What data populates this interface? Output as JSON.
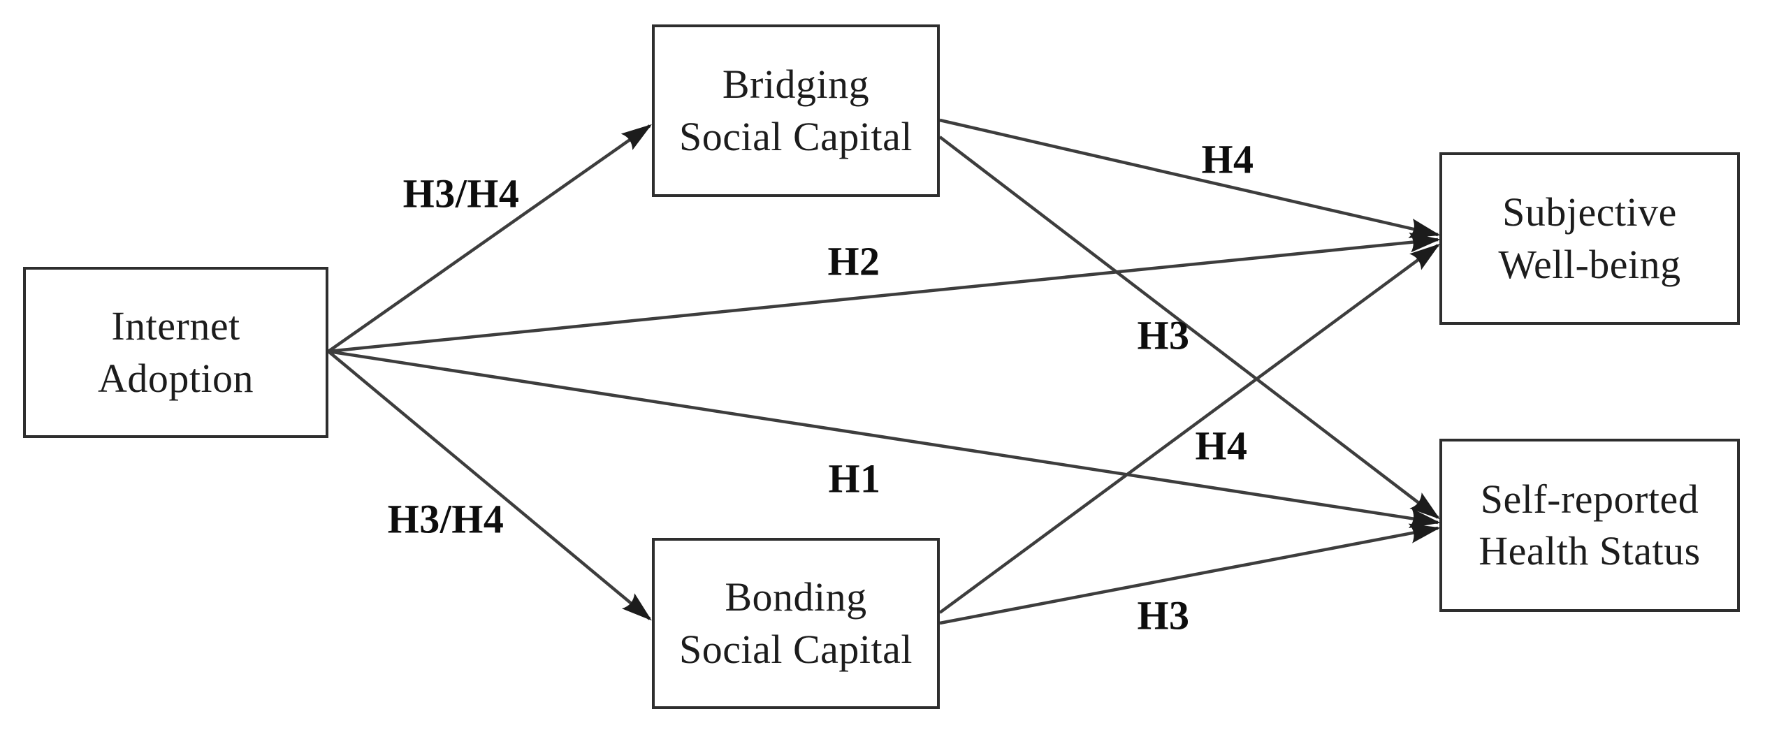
{
  "diagram": {
    "type": "path-model",
    "background_color": "#ffffff",
    "line_color": "#3d3d3d",
    "box_border_color": "#2e2e2e",
    "text_color": "#1c1c1c",
    "nodes": [
      {
        "id": "internet-adoption",
        "label": "Internet\nAdoption"
      },
      {
        "id": "bridging-social-capital",
        "label": "Bridging\nSocial Capital"
      },
      {
        "id": "bonding-social-capital",
        "label": "Bonding\nSocial Capital"
      },
      {
        "id": "subjective-well-being",
        "label": "Subjective\nWell-being"
      },
      {
        "id": "self-reported-health-status",
        "label": "Self-reported\nHealth Status"
      }
    ],
    "edges": [
      {
        "from": "internet-adoption",
        "to": "bridging-social-capital",
        "label": "H3/H4"
      },
      {
        "from": "internet-adoption",
        "to": "subjective-well-being",
        "label": "H2"
      },
      {
        "from": "internet-adoption",
        "to": "self-reported-health-status",
        "label": "H1"
      },
      {
        "from": "internet-adoption",
        "to": "bonding-social-capital",
        "label": "H3/H4"
      },
      {
        "from": "bridging-social-capital",
        "to": "subjective-well-being",
        "label": "H4"
      },
      {
        "from": "bridging-social-capital",
        "to": "self-reported-health-status",
        "label": "H3"
      },
      {
        "from": "bonding-social-capital",
        "to": "subjective-well-being",
        "label": "H4"
      },
      {
        "from": "bonding-social-capital",
        "to": "self-reported-health-status",
        "label": "H3"
      }
    ]
  }
}
